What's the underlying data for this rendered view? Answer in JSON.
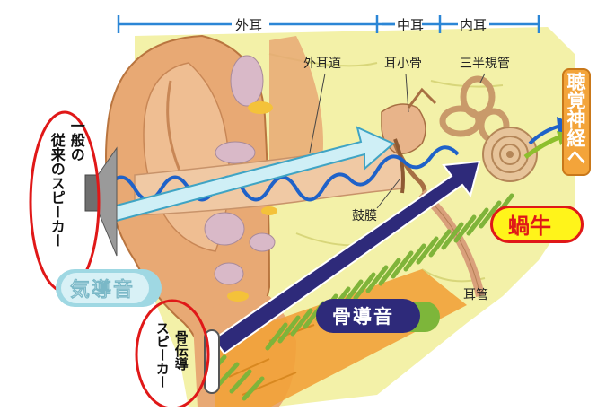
{
  "sections": {
    "outer_ear": "外耳",
    "middle_ear": "中耳",
    "inner_ear": "内耳"
  },
  "labels": {
    "ear_canal": "外耳道",
    "ossicles": "耳小骨",
    "semicircular_canals": "三半規管",
    "eardrum": "鼓膜",
    "eustachian_tube": "耳管",
    "cochlea": "蝸牛",
    "auditory_nerve": "聴覚神経へ"
  },
  "speakers": {
    "conventional_line1": "一般の",
    "conventional_line2": "従来のスピーカー",
    "bone_line1": "骨伝導",
    "bone_line2": "スピーカー"
  },
  "badges": {
    "air_conduction": "気導音",
    "bone_conduction": "骨導音"
  },
  "colors": {
    "background_tissue": "#f3f1a8",
    "skin": "#e8a974",
    "bone_conduction_arrow": "#2e2a7a",
    "air_conduction_arrow": "#cfeff6",
    "wave": "#1f62c9",
    "nerve_label_bg": "#f3a43a",
    "highlight_red": "#e01818",
    "vibration_green": "#7fb43a"
  }
}
